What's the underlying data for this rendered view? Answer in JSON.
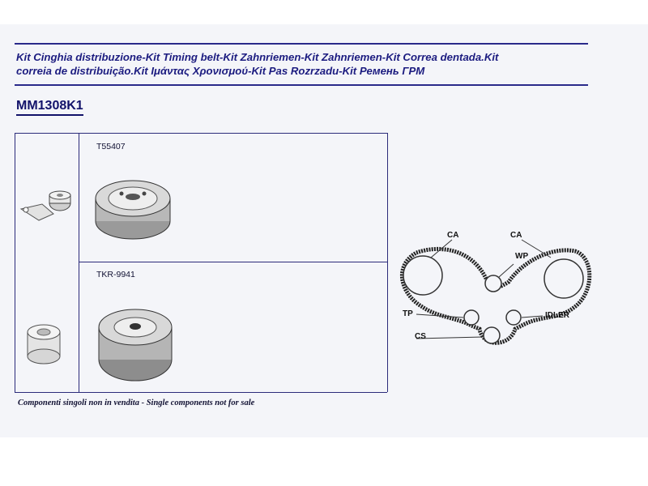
{
  "title": {
    "line1": "Kit Cinghia distribuzione-Kit Timing belt-Kit Zahnriemen-Kit Zahnriemen-Kit Correa dentada.Kit",
    "line2": "correia de distribuição.Kit Ιμάντας Χρονισμού-Kit Pas Rozrzadu-Kit Ремень ГРМ"
  },
  "kit_code": "MM1308K1",
  "parts": [
    {
      "number": "T55407",
      "icon": "tensioner-pulley-icon"
    },
    {
      "number": "TKR-9941",
      "icon": "idler-pulley-icon"
    }
  ],
  "footer_note": "Componenti singoli non in vendita - Single components not for sale",
  "diagram_labels": {
    "ca_left": "CA",
    "ca_right": "CA",
    "wp": "WP",
    "tp": "TP",
    "cs": "CS",
    "idler": "IDLER"
  },
  "colors": {
    "accent": "#2a2a8a",
    "belt": "#222222"
  }
}
